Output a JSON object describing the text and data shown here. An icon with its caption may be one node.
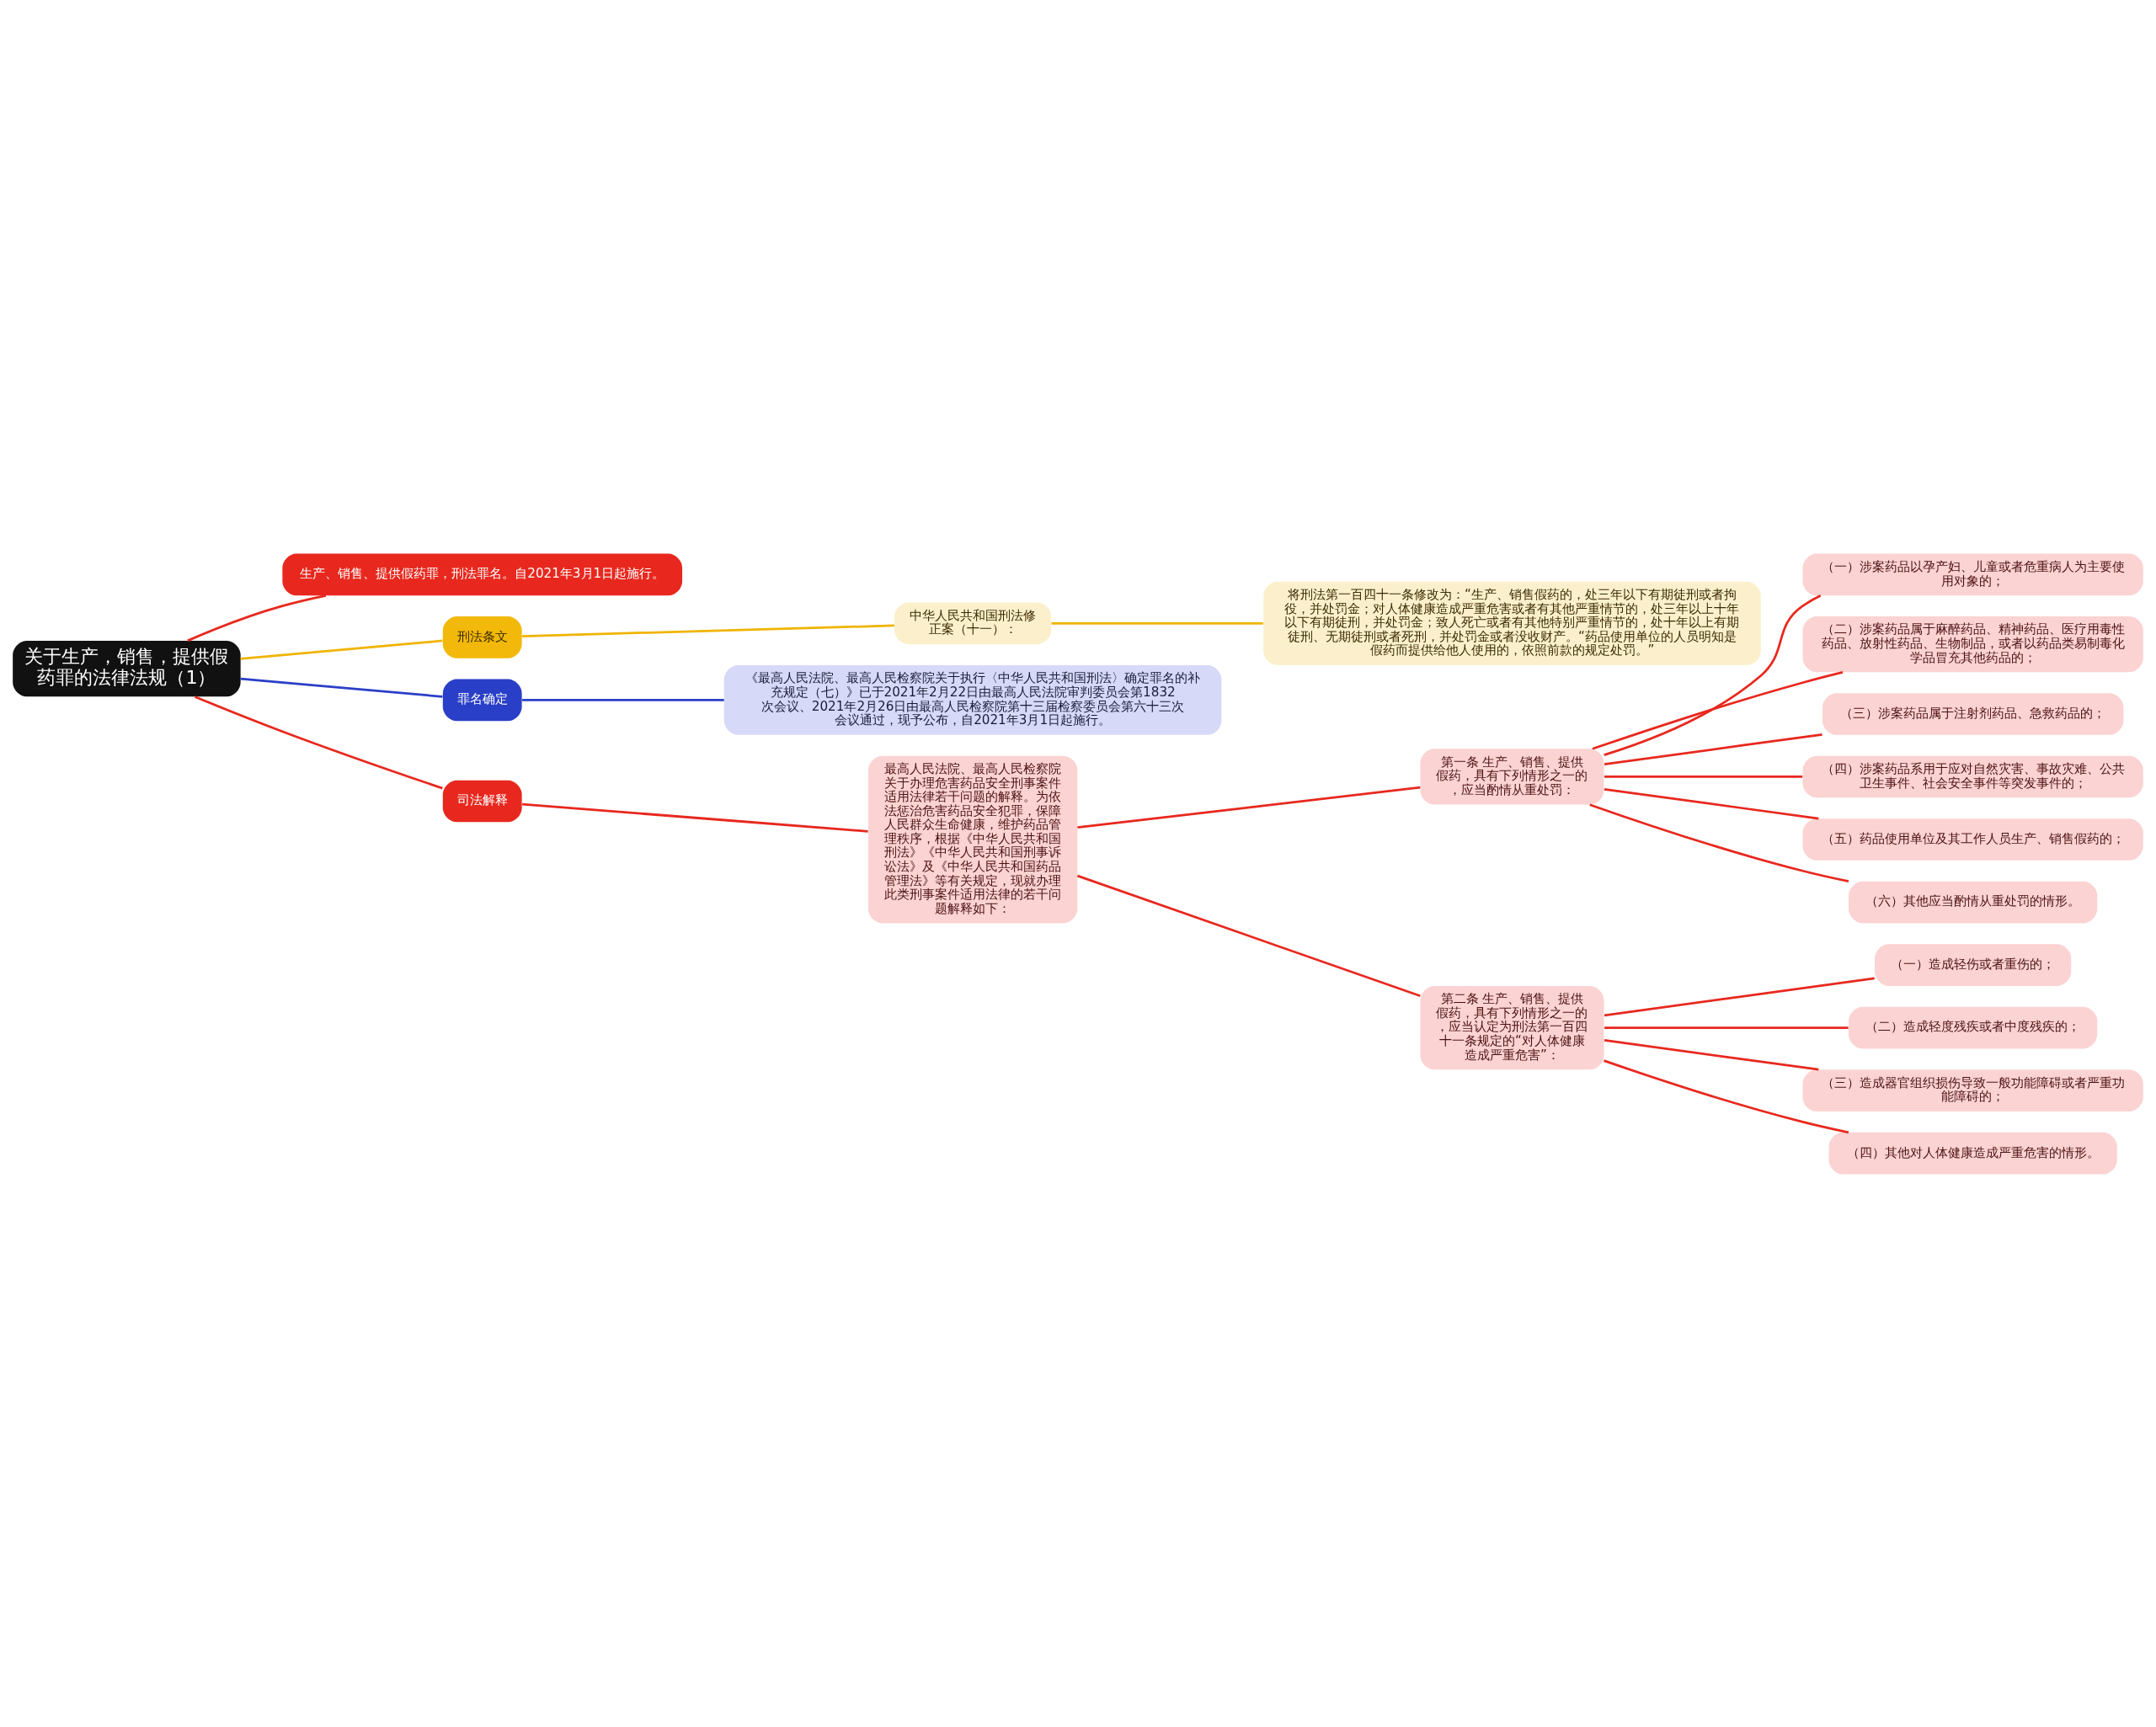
{
  "diagram": {
    "nodes": [
      {
        "text": [
          "关于生产，销售，提供假药罪的法律法规（1）"
        ]
      },
      {
        "text": [
          "生产、销售、提供假药罪，刑法罪名。自2021年3月1日起施行。"
        ]
      },
      {
        "text": [
          "刑法条文"
        ]
      },
      {
        "text": [
          "中华人民共和国刑法修正案（十一）："
        ]
      },
      {
        "text": [
          "将刑法第一百四十一条修改为：“生产、销售假药的，处三年以下有期徒刑或者拘役，并处罚金；对人体健康造成严重危害或者有其他严重情节的，处三年以上十年以下有期徒刑，并处罚金；致人死亡或者有其他特别严重情节的，处十年以上有期徒刑、无期徒刑或者死刑，并处罚金或者没收财产。“药品使用单位的人员明知是假药而提供给他人使用的，依照前款的规定处罚。”"
        ]
      },
      {
        "text": [
          "罪名确定"
        ]
      },
      {
        "text": [
          "《最高人民法院、最高人民检察院关于执行〈中华人民共和国刑法〉确定罪名的补充规定（七）》已于2021年2月22日由最高人民法院审判委员会第1832次会议、2021年2月26日由最高人民检察院第十三届检察委员会第六十三次会议通过，现予公布，自2021年3月1日起施行。"
        ]
      },
      {
        "text": [
          "司法解释"
        ]
      },
      {
        "text": [
          "最高人民法院、最高人民检察院关于办理危害药品安全刑事案件适用法律若干问题的解释。为依法惩治危害药品安全犯罪，保障人民群众生命健康，维护药品管理秩序，根据《中华人民共和国刑法》《中华人民共和国刑事诉讼法》及《中华人民共和国药品管理法》等有关规定，现就办理此类刑事案件适用法律的若干问题解释如下："
        ]
      },
      {
        "text": [
          "第一条 生产、销售、提供假药，具有下列情形之一的，应当酌情从重处罚："
        ]
      },
      {
        "text": [
          "（一）涉案药品以孕产妇、儿童或者危重病人为主要使用对象的；"
        ]
      },
      {
        "text": [
          "（二）涉案药品属于麻醉药品、精神药品、医疗用毒性药品、放射性药品、生物制品，或者以药品类易制毒化学品冒充其他药品的；"
        ]
      },
      {
        "text": [
          "（三）涉案药品属于注射剂药品、急救药品的；"
        ]
      },
      {
        "text": [
          "（四）涉案药品系用于应对自然灾害、事故灾难、公共卫生事件、社会安全事件等突发事件的；"
        ]
      },
      {
        "text": [
          "（五）药品使用单位及其工作人员生产、销售假药的；"
        ]
      },
      {
        "text": [
          "（六）其他应当酌情从重处罚的情形。"
        ]
      },
      {
        "text": [
          "第二条 生产、销售、提供假药，具有下列情形之一的，应当认定为刑法第一百四十一条规定的“对人体健康造成严重危害”："
        ]
      },
      {
        "text": [
          "（一）造成轻伤或者重伤的；"
        ]
      },
      {
        "text": [
          "（二）造成轻度残疾或者中度残疾的；"
        ]
      },
      {
        "text": [
          "（三）造成器官组织损伤导致一般功能障碍或者严重功能障碍的；"
        ]
      },
      {
        "text": [
          "（四）其他对人体健康造成严重危害的情形。"
        ]
      }
    ],
    "edges": [
      {
        "from": 0,
        "to": 1,
        "arrow": "none"
      },
      {
        "from": 0,
        "to": 2,
        "arrow": "none",
        "color": "#f0b400"
      },
      {
        "from": 2,
        "to": 3,
        "arrow": "none",
        "color": "#f0b400"
      },
      {
        "from": 3,
        "to": 4,
        "arrow": "none",
        "color": "#f0b400"
      },
      {
        "from": 0,
        "to": 5,
        "arrow": "none",
        "color": "#2a3fc8"
      },
      {
        "from": 5,
        "to": 6,
        "arrow": "none",
        "color": "#2a3fc8"
      },
      {
        "from": 0,
        "to": 7,
        "arrow": "none"
      },
      {
        "from": 7,
        "to": 8,
        "arrow": "none"
      },
      {
        "from": 8,
        "to": 9,
        "arrow": "none"
      },
      {
        "from": 9,
        "to": 10,
        "arrow": "none"
      },
      {
        "from": 9,
        "to": 11,
        "arrow": "none"
      },
      {
        "from": 9,
        "to": 12,
        "arrow": "none"
      },
      {
        "from": 9,
        "to": 13,
        "arrow": "none"
      },
      {
        "from": 9,
        "to": 14,
        "arrow": "none"
      },
      {
        "from": 9,
        "to": 15,
        "arrow": "none"
      },
      {
        "from": 8,
        "to": 16,
        "arrow": "none"
      },
      {
        "from": 16,
        "to": 17,
        "arrow": "none"
      },
      {
        "from": 16,
        "to": 18,
        "arrow": "none"
      },
      {
        "from": 16,
        "to": 19,
        "arrow": "none"
      },
      {
        "from": 16,
        "to": 20,
        "arrow": "none"
      }
    ]
  }
}
